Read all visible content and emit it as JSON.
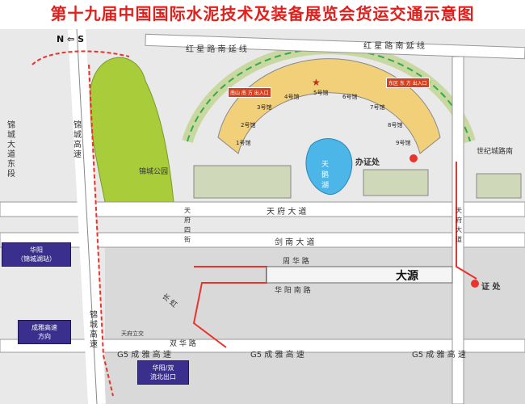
{
  "title": "第十九届中国国际水泥技术及装备展览会货运交通示意图",
  "compass": {
    "north": "N",
    "south": "S"
  },
  "roads": {
    "hongxing_top": "红 星 路 南 延 线",
    "hongxing_right": "红 星 路 南 延 线",
    "jincheng_highway_left": "锦城大道东段",
    "jincheng_highway_right": "锦 城 高 速",
    "tianfu_avenue": "天 府 大 道",
    "jiannan_avenue": "剑 南 大 道",
    "zhouhua_road": "周 华 路",
    "gaoxin_road": "华 阳 南 路",
    "dayuan": "大源",
    "jinjiang_highway": "锦 城 高 速",
    "shuanghua_road": "双 华 路",
    "g5_left": "G5 成 雅 高 速",
    "g5_mid": "G5 成 雅 高 速",
    "g5_right": "G5 成 雅 高 速",
    "shiji_road": "世纪城路南",
    "tianfu_bridge": "天府立交",
    "tianfu_v": "天府大道",
    "changbai": "长 虹",
    "huafu_road": "天府四街"
  },
  "exits": {
    "huayang_station": "华阳\n（锦城湖站）",
    "chengya_direction": "成雅高速\n方向",
    "huayang_exit": "华阳/双\n流北出口"
  },
  "venue": {
    "lake": "天 鹅 湖",
    "certificate_office": "办证处",
    "certificate_office2": "证 处",
    "halls": [
      "1号馆",
      "2号馆",
      "3号馆",
      "4号馆",
      "5号馆",
      "6号馆",
      "7号馆",
      "8号馆",
      "9号馆"
    ],
    "hall_label": "馆",
    "park": "锦城公园"
  },
  "signs": {
    "s1": "南山 南 方 出入口",
    "s2": "东区 东 方 出入口"
  },
  "colors": {
    "title": "#e0201c",
    "route_red": "#e8342c",
    "route_green": "#37a94c",
    "exit_box": "#3a2f8c",
    "park": "#a8cc3a"
  }
}
